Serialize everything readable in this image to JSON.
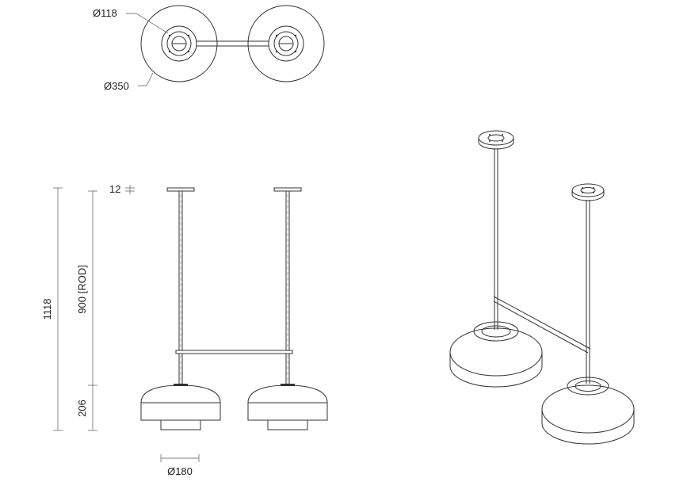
{
  "dimensions": {
    "canopy_diameter": "Ø118",
    "shade_diameter": "Ø350",
    "canopy_thickness": "12",
    "overall_height": "1118",
    "rod_length": "900 [ROD]",
    "shade_height": "206",
    "diffuser_diameter": "Ø180"
  }
}
